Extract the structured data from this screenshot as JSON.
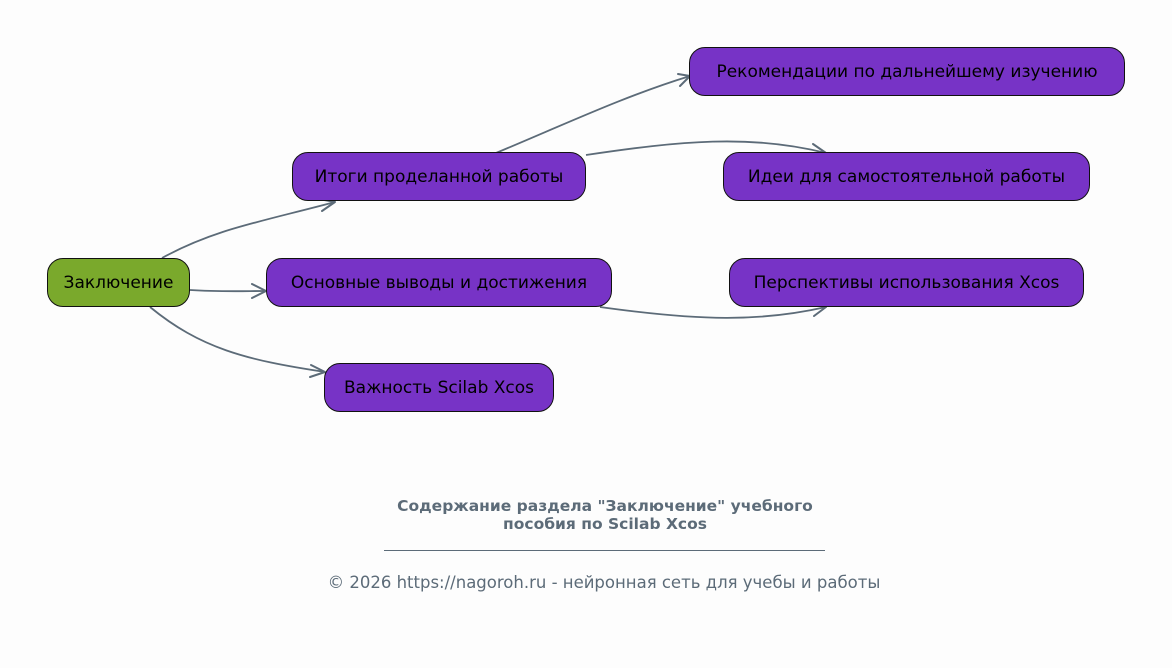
{
  "colors": {
    "background": "#fdfdfd",
    "root_fill": "#7aa92c",
    "node_fill": "#7733c6",
    "node_border": "#111111",
    "node_text": "#000000",
    "edge": "#5c6b78",
    "caption": "#5c6b78"
  },
  "nodes": {
    "root": "Заключение",
    "summary": "Итоги проделанной работы",
    "conclusions": "Основные выводы и достижения",
    "importance": "Важность Scilab Xcos",
    "recommendations": "Рекомендации по дальнейшему изучению",
    "ideas": "Идеи для самостоятельной работы",
    "prospects": "Перспективы использования Xcos"
  },
  "edges": [
    {
      "from": "root",
      "to": "summary"
    },
    {
      "from": "root",
      "to": "conclusions"
    },
    {
      "from": "root",
      "to": "importance"
    },
    {
      "from": "summary",
      "to": "recommendations"
    },
    {
      "from": "summary",
      "to": "ideas"
    },
    {
      "from": "conclusions",
      "to": "prospects"
    }
  ],
  "caption": {
    "line1": "Содержание раздела \"Заключение\" учебного",
    "line2": "пособия по Scilab Xcos"
  },
  "footer": "© 2026 https://nagoroh.ru - нейронная сеть для учебы и работы"
}
